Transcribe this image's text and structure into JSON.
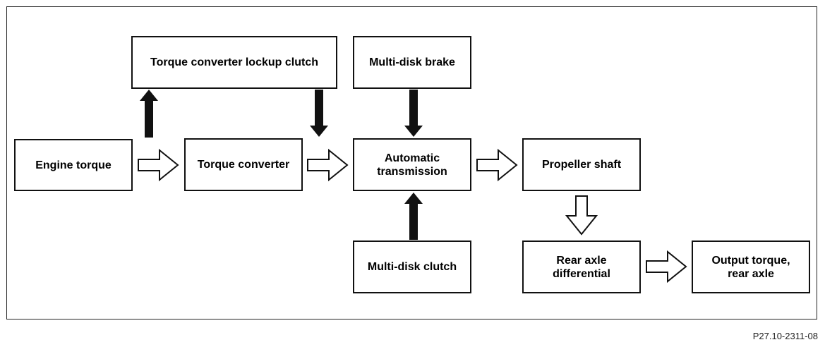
{
  "diagram": {
    "boxes": {
      "engine_torque": "Engine torque",
      "lockup_clutch": "Torque converter lockup clutch",
      "torque_converter": "Torque converter",
      "multi_disk_brake": "Multi-disk brake",
      "automatic_transmission": "Automatic\ntransmission",
      "multi_disk_clutch": "Multi-disk clutch",
      "propeller_shaft": "Propeller shaft",
      "rear_axle_differential": "Rear axle\ndifferential",
      "output_torque": "Output torque,\nrear axle"
    },
    "figure_ref": "P27.10-2311-08",
    "colors": {
      "line": "#111111",
      "fill_solid": "#111111",
      "fill_hollow": "#ffffff"
    }
  }
}
